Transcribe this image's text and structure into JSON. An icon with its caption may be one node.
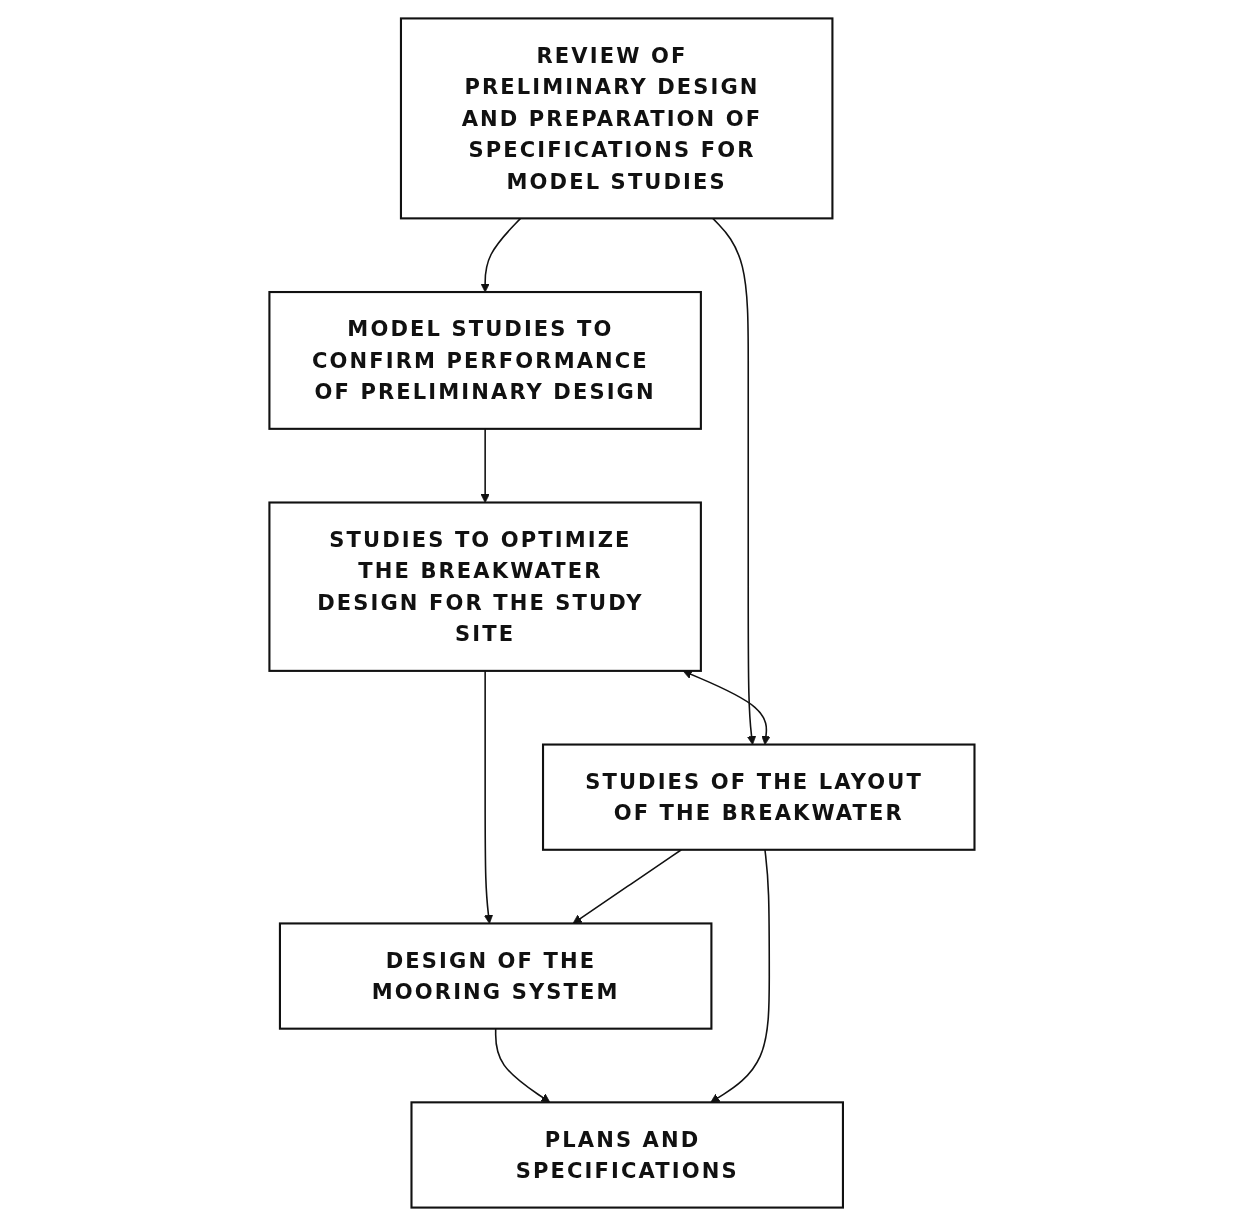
{
  "diagram": {
    "nodes": [
      {
        "text": [
          "REVIEW OF PRELIMINARY DESIGN AND PREPARATION OF SPECIFICATIONS FOR MODEL STUDIES"
        ]
      },
      {
        "text": [
          "MODEL STUDIES TO CONFIRM PERFORMANCE OF PRELIMINARY DESIGN"
        ]
      },
      {
        "text": [
          "STUDIES TO OPTIMIZE THE BREAKWATER DESIGN FOR THE STUDY SITE"
        ]
      },
      {
        "text": [
          "STUDIES OF THE LAYOUT OF THE BREAKWATER"
        ]
      },
      {
        "text": [
          "DESIGN OF THE MOORING SYSTEM"
        ]
      },
      {
        "text": [
          "PLANS AND SPECIFICATIONS"
        ]
      }
    ],
    "edges": [
      {
        "from": 0,
        "to": 1,
        "arrow": "to"
      },
      {
        "from": 0,
        "to": 3,
        "arrow": "to"
      },
      {
        "from": 1,
        "to": 2,
        "arrow": "to"
      },
      {
        "from": 2,
        "to": 3,
        "arrow": "both"
      },
      {
        "from": 2,
        "to": 4,
        "arrow": "to"
      },
      {
        "from": 3,
        "to": 4,
        "arrow": "to"
      },
      {
        "from": 4,
        "to": 5,
        "arrow": "to"
      },
      {
        "from": 3,
        "to": 5,
        "arrow": "to"
      }
    ]
  }
}
